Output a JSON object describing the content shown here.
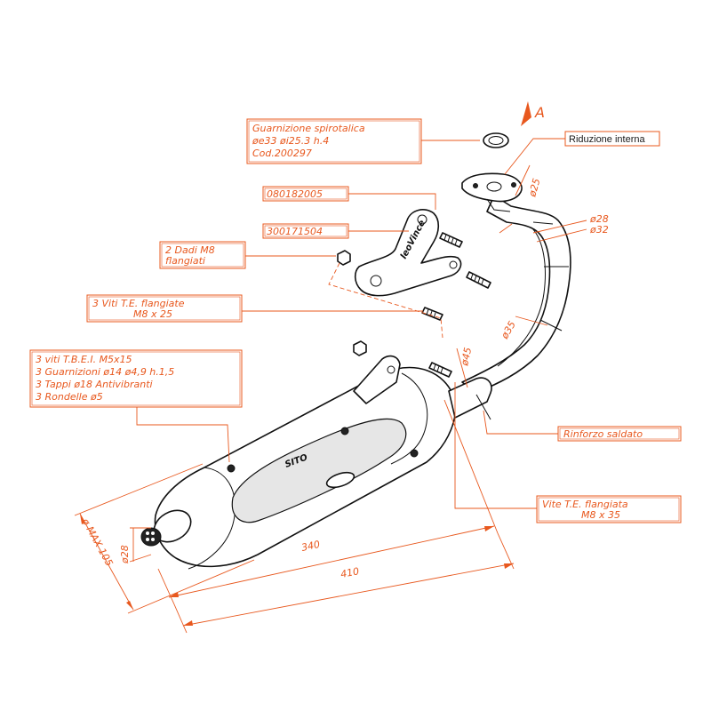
{
  "view_marker": "A",
  "callouts": {
    "gasket": [
      "Guarnizione spirotalica",
      "øe33  øi25.3  h.4",
      "Cod.200297"
    ],
    "reducer": [
      "Riduzione interna"
    ],
    "part_1": [
      "080182005"
    ],
    "part_2": [
      "300171504"
    ],
    "nuts": [
      "2 Dadi M8",
      "flangiati"
    ],
    "screws_m8x25": [
      "3 Viti T.E. flangiate",
      "M8 x 25"
    ],
    "kit": [
      "3 viti T.B.E.I. M5x15",
      "3 Guarnizioni ø14 ø4,9 h.1,5",
      "3 Tappi ø18 Antivibranti",
      "3 Rondelle ø5"
    ],
    "weld": [
      "Rinforzo saldato"
    ],
    "screw_m8x35": [
      "Vite T.E. flangiata",
      "M8 x 35"
    ]
  },
  "dimensions": {
    "flange_dia": "ø25",
    "pipe_dia_inner": "ø28",
    "pipe_dia_outer": "ø32",
    "mid_pipe_dia": "ø35",
    "link_pipe_dia": "ø45",
    "tail_dia": "ø28",
    "length_short": "340",
    "length_long": "410",
    "max_dia": "ø MAX 105"
  },
  "brand": {
    "muffler_logo": "SITO",
    "bracket_logo": "leoVince"
  },
  "colors": {
    "annotation": "#e8581e",
    "linework": "#111111"
  }
}
